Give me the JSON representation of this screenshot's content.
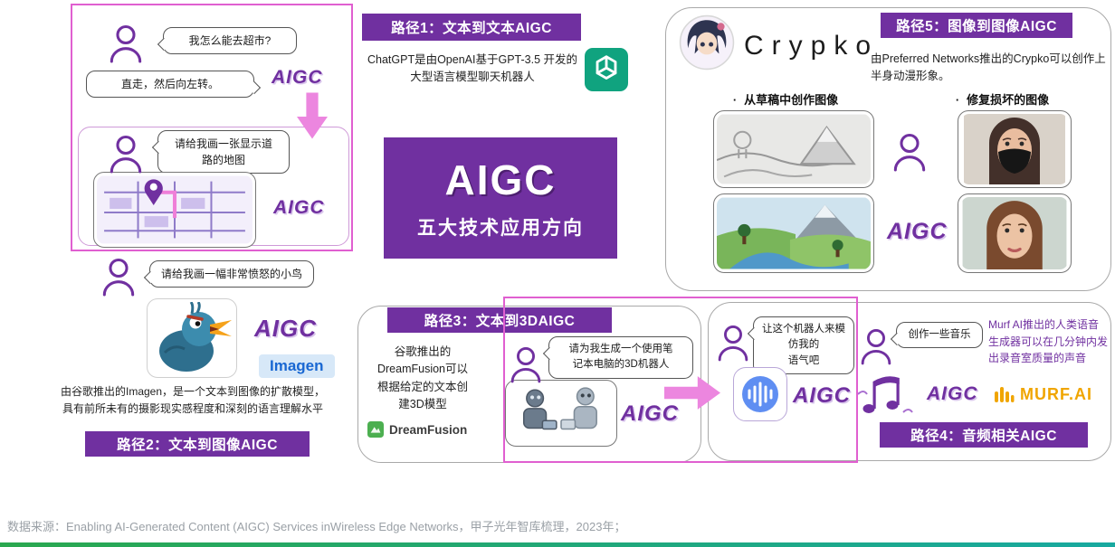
{
  "center": {
    "title": "AIGC",
    "subtitle": "五大技术应用方向"
  },
  "aigc_label": "AIGC",
  "bullet": "·",
  "path1": {
    "header": "路径1：文本到文本AIGC",
    "description": "ChatGPT是由OpenAI基于GPT-3.5 开发的\n大型语言模型聊天机器人",
    "question": "我怎么能去超市?",
    "answer": "直走，然后向左转。",
    "map_request": "请给我画一张显示道\n路的地图"
  },
  "path2": {
    "header": "路径2：文本到图像AIGC",
    "request": "请给我画一幅非常愤怒的小鸟",
    "logo": "Imagen",
    "description": "由谷歌推出的Imagen，是一个文本到图像的扩散模型，\n具有前所未有的摄影现实感程度和深刻的语言理解水平"
  },
  "path3": {
    "header": "路径3：文本到3DAIGC",
    "description": "谷歌推出的\nDreamFusion可以\n根据给定的文本创\n建3D模型",
    "request": "请为我生成一个使用笔\n记本电脑的3D机器人",
    "logo": "DreamFusion"
  },
  "path4": {
    "header": "路径4：音频相关AIGC",
    "request1": "让这个机器人来模仿我的\n语气吧",
    "request2": "创作一些音乐",
    "logo": "MURF.AI",
    "description": "Murf AI推出的人类语音\n生成器可以在几分钟内发\n出录音室质量的声音"
  },
  "path5": {
    "header": "路径5：图像到图像AIGC",
    "brand": "Crypko",
    "description": "由Preferred Networks推出的Crypko可以创作上\n半身动漫形象。",
    "feature1": "从草稿中创作图像",
    "feature2": "修复损坏的图像"
  },
  "footer": {
    "source": "数据来源：Enabling AI-Generated Content (AIGC) Services inWireless Edge Networks，甲子光年智库梳理，2023年；"
  },
  "colors": {
    "purple": "#7030A0",
    "pink": "#E05FD0",
    "openai_green": "#10A37F",
    "imagen_blue": "#1967D2",
    "murf_orange": "#F0A500",
    "bottom_bar_teal": "#18A9A0"
  }
}
